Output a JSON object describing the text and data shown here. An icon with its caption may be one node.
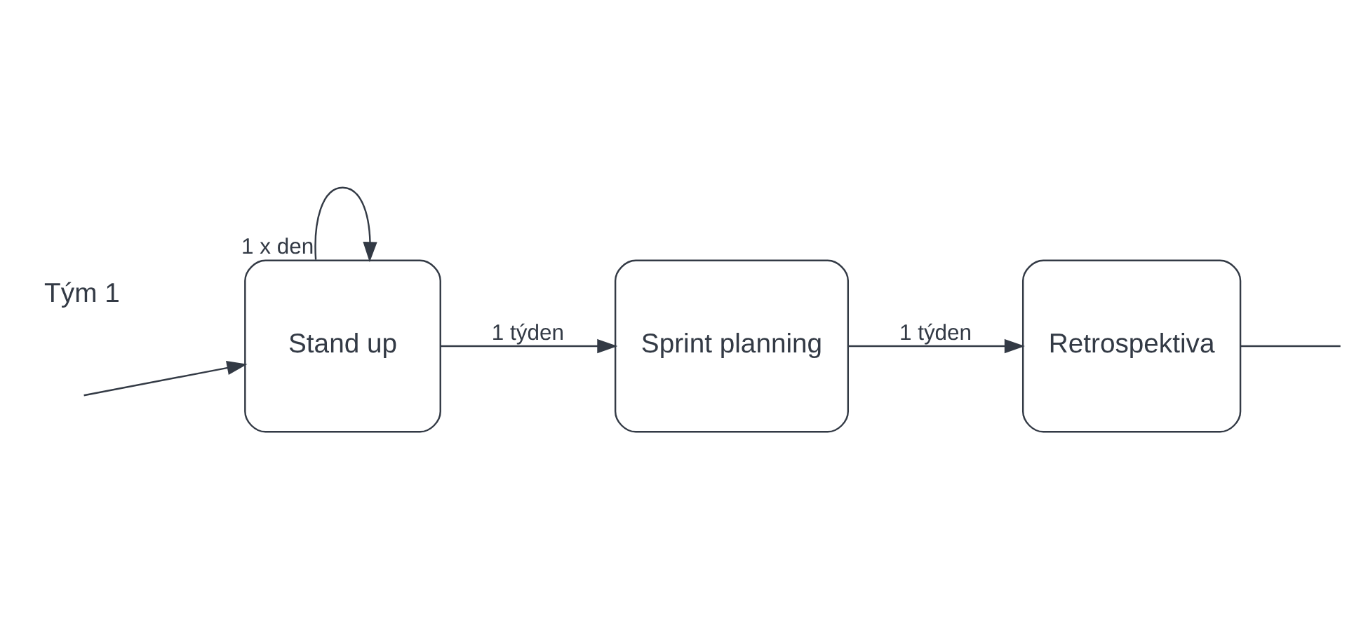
{
  "diagram": {
    "nodes": [
      {
        "text": [
          "Stand up"
        ]
      },
      {
        "text": [
          "Sprint planning"
        ]
      },
      {
        "text": [
          "Retrospektiva"
        ]
      }
    ],
    "edges": [
      {
        "from": 0,
        "to": 0,
        "arrow": "to",
        "label": "1 x den"
      },
      {
        "from": 0,
        "to": 1,
        "arrow": "to",
        "label": "1 týden"
      },
      {
        "from": 1,
        "to": 2,
        "arrow": "to",
        "label": "1 týden"
      },
      {
        "from": 2,
        "to": null,
        "arrow": "none"
      },
      {
        "from": null,
        "to": 0,
        "arrow": "to"
      }
    ],
    "labels": [
      "Tým 1"
    ]
  }
}
